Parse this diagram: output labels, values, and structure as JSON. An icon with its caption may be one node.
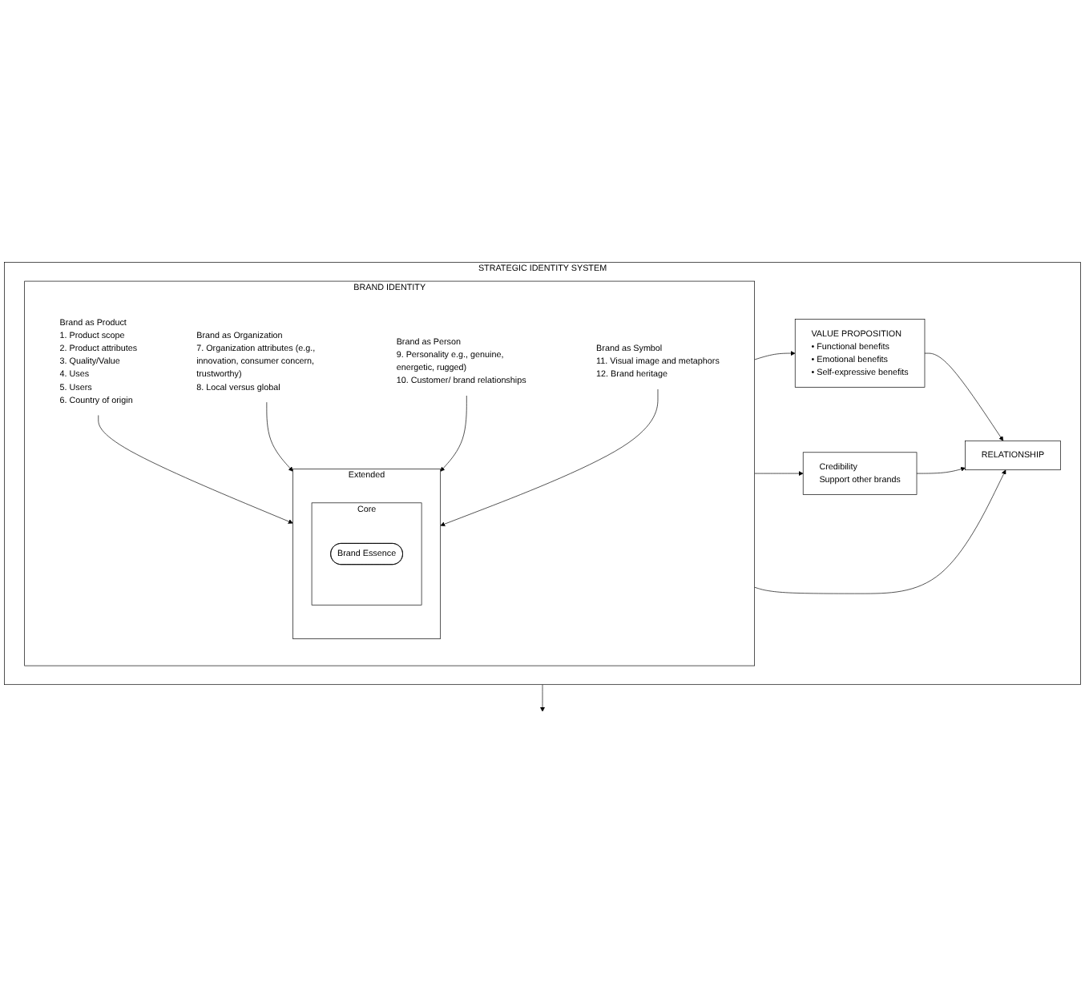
{
  "diagram": {
    "nodes": [
      {
        "text": [
          "STRATEGIC IDENTITY SYSTEM"
        ]
      },
      {
        "text": [
          "BRAND IDENTITY"
        ],
        "in": 0
      },
      {
        "text": [
          "Extended"
        ],
        "in": 1
      },
      {
        "text": [
          "Core"
        ],
        "in": 2
      },
      {
        "text": [
          "Brand Essence"
        ],
        "in": 3
      },
      {
        "text": [
          "Brand as Product",
          "1. Product scope",
          "2. Product attributes",
          "3. Quality/Value",
          "4. Uses",
          "5. Users",
          "6. Country of origin"
        ],
        "in": 1
      },
      {
        "text": [
          "Brand as Organization",
          "7. Organization attributes (e.g., innovation, consumer concern, trustworthy)",
          "8. Local versus global"
        ],
        "in": 1
      },
      {
        "text": [
          "Brand as Person",
          "9. Personality e.g., genuine, energetic, rugged)",
          "10. Customer/ brand relationships"
        ],
        "in": 1
      },
      {
        "text": [
          "Brand as Symbol",
          "11. Visual image and metaphors",
          "12. Brand heritage"
        ],
        "in": 1
      },
      {
        "text": [
          "VALUE PROPOSITION",
          "• Functional benefits",
          "• Emotional benefits",
          "• Self-expressive benefits"
        ],
        "in": 0
      },
      {
        "text": [
          "Credibility",
          "Support other brands"
        ],
        "in": 0
      },
      {
        "text": [
          "RELATIONSHIP"
        ],
        "in": 0
      }
    ],
    "edges": [
      {
        "from": 5,
        "to": 2,
        "arrow": "to"
      },
      {
        "from": 6,
        "to": 2,
        "arrow": "to"
      },
      {
        "from": 7,
        "to": 2,
        "arrow": "to"
      },
      {
        "from": 8,
        "to": 2,
        "arrow": "to"
      },
      {
        "from": 1,
        "to": 9,
        "arrow": "to"
      },
      {
        "from": 1,
        "to": 11,
        "arrow": "to"
      },
      {
        "from": 1,
        "to": 10,
        "arrow": "to"
      },
      {
        "from": 9,
        "to": 11,
        "arrow": "to"
      },
      {
        "from": 10,
        "to": 11,
        "arrow": "to"
      },
      {
        "from": 0,
        "to": null,
        "arrow": "to"
      }
    ]
  }
}
